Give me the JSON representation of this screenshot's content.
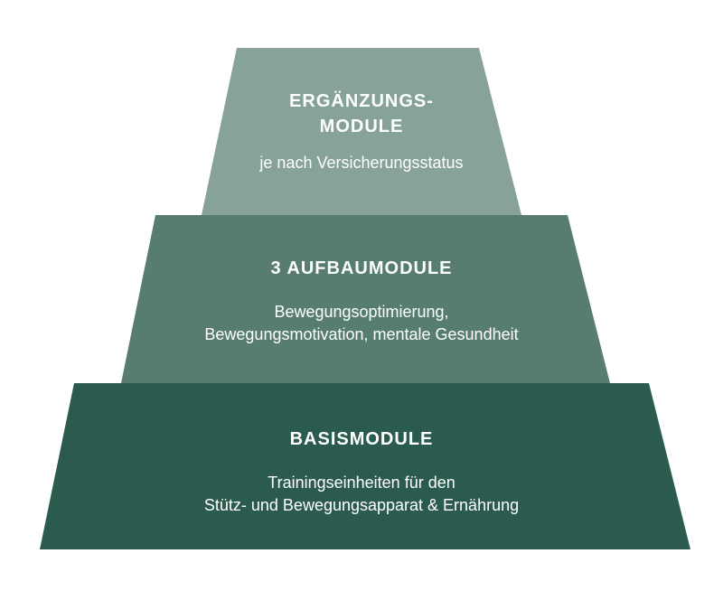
{
  "colors": {
    "tier_top": "#87a397",
    "tier_middle": "#577d70",
    "tier_bottom": "#2b5b4e",
    "text": "#ffffff"
  },
  "tiers": [
    {
      "title_line1": "ERGÄNZUNGS-",
      "title_line2": "MODULE",
      "subtitle_line1": "je nach Versicherungsstatus"
    },
    {
      "title_line1": "3 AUFBAUMODULE",
      "subtitle_line1": "Bewegungsoptimierung,",
      "subtitle_line2": "Bewegungsmotivation, mentale Gesundheit"
    },
    {
      "title_line1": "BASISMODULE",
      "subtitle_line1": "Trainingseinheiten für den",
      "subtitle_line2": "Stütz- und Bewegungsapparat & Ernährung"
    }
  ]
}
